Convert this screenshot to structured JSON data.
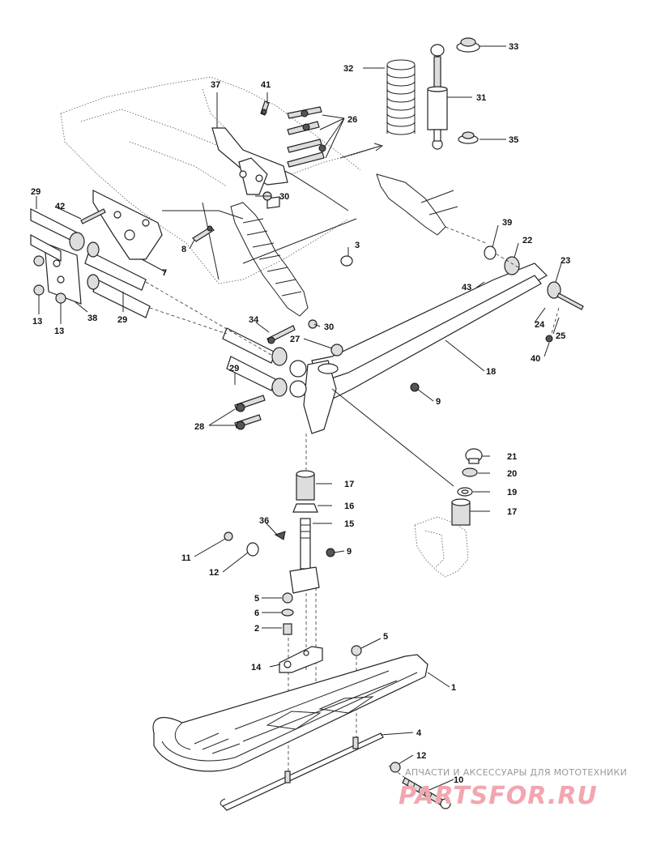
{
  "callouts": {
    "c1": "1",
    "c2": "2",
    "c3": "3",
    "c4": "4",
    "c5a": "5",
    "c5b": "5",
    "c6": "6",
    "c7": "7",
    "c8": "8",
    "c9a": "9",
    "c9b": "9",
    "c10": "10",
    "c11": "11",
    "c12a": "12",
    "c12b": "12",
    "c13a": "13",
    "c13b": "13",
    "c14": "14",
    "c15": "15",
    "c16": "16",
    "c17a": "17",
    "c17b": "17",
    "c18": "18",
    "c19": "19",
    "c20": "20",
    "c21": "21",
    "c22": "22",
    "c23": "23",
    "c24": "24",
    "c25": "25",
    "c26": "26",
    "c27": "27",
    "c28": "28",
    "c29a": "29",
    "c29b": "29",
    "c29c": "29",
    "c30a": "30",
    "c30b": "30",
    "c31": "31",
    "c32": "32",
    "c33": "33",
    "c34": "34",
    "c35": "35",
    "c36": "36",
    "c37": "37",
    "c38": "38",
    "c39": "39",
    "c40": "40",
    "c41": "41",
    "c42": "42",
    "c43": "43"
  },
  "watermark": {
    "subtitle": "АПЧАСТИ И АКСЕССУАРЫ ДЛЯ МОТОТЕХНИКИ",
    "brand": "PARTSFOR.RU"
  }
}
